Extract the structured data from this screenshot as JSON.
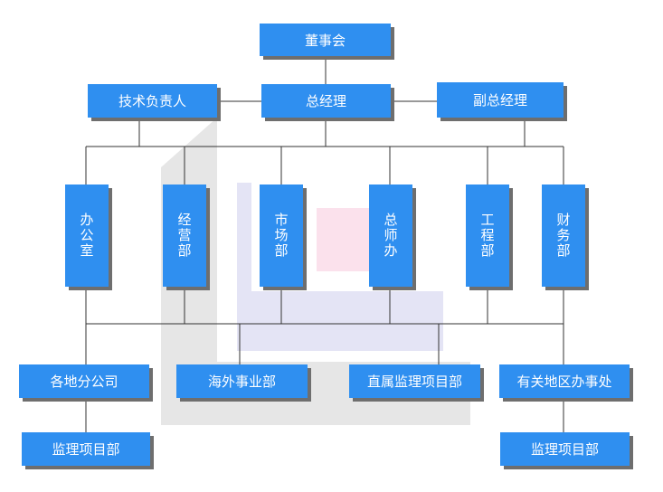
{
  "nodes": {
    "board": "董事会",
    "gm": "总经理",
    "tech": "技术负责人",
    "vgm": "副总经理",
    "office": "办公室",
    "business": "经营部",
    "market": "市场部",
    "chief_office": "总师办",
    "engineering": "工程部",
    "finance": "财务部",
    "branches": "各地分公司",
    "overseas": "海外事业部",
    "direct_supervision": "直属监理项目部",
    "regional_offices": "有关地区办事处",
    "supervision_left": "监理项目部",
    "supervision_right": "监理项目部"
  },
  "colors": {
    "box": "#2f8ff0",
    "shadow": "#6e6e6e",
    "line": "#333333",
    "backdrop_gray": "#e6e6e6",
    "backdrop_lavender": "#e4e4f5",
    "backdrop_pink": "#fbe1ec"
  }
}
